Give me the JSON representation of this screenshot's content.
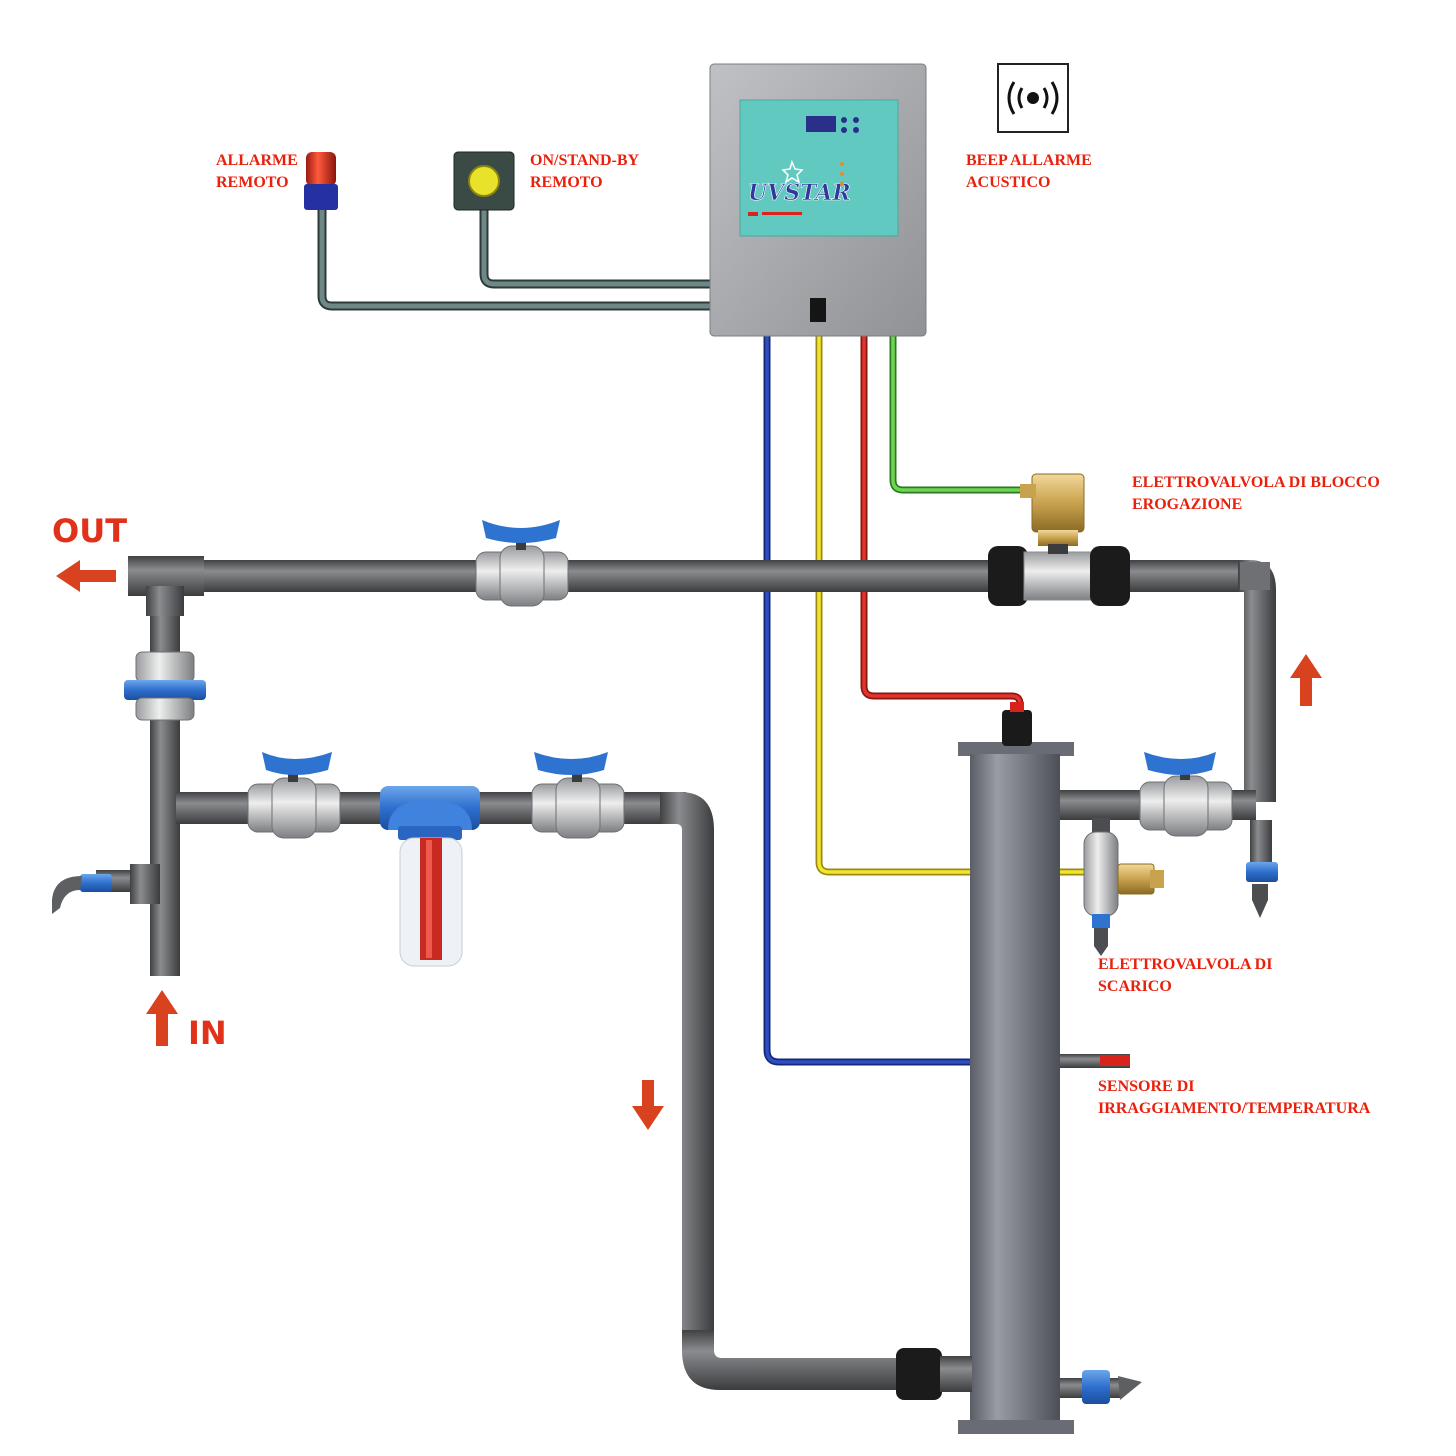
{
  "labels": {
    "remote_alarm": [
      "ALLARME",
      "REMOTO"
    ],
    "remote_onoff": [
      "ON/STAND-BY",
      "REMOTO"
    ],
    "beep_alarm": [
      "BEEP ALLARME",
      "ACUSTICO"
    ],
    "supply_valve": [
      "ELETTROVALVOLA DI BLOCCO",
      "EROGAZIONE"
    ],
    "drain_valve": [
      "ELETTROVALVOLA DI",
      "SCARICO"
    ],
    "sensor": [
      "SENSORE DI",
      "IRRAGGIAMENTO/TEMPERATURA"
    ],
    "out": "OUT",
    "in": "IN"
  },
  "controller": {
    "logo": "UVSTAR"
  },
  "icons": {
    "buzzer": "sound-waves-icon",
    "flow_arrow": "arrow-icon"
  },
  "colors": {
    "label": "#e8200c",
    "arrow": "#d9421f",
    "pipe": "#57595c",
    "cable_grey": "#5d7070",
    "wire_blue": "#2038a8",
    "wire_yellow": "#e8d81a",
    "wire_red": "#d8231c",
    "wire_green": "#4fb33a",
    "valve_handle": "#2f73d0",
    "controller_body": "#a3a5a8",
    "controller_panel": "#62c9c1"
  }
}
